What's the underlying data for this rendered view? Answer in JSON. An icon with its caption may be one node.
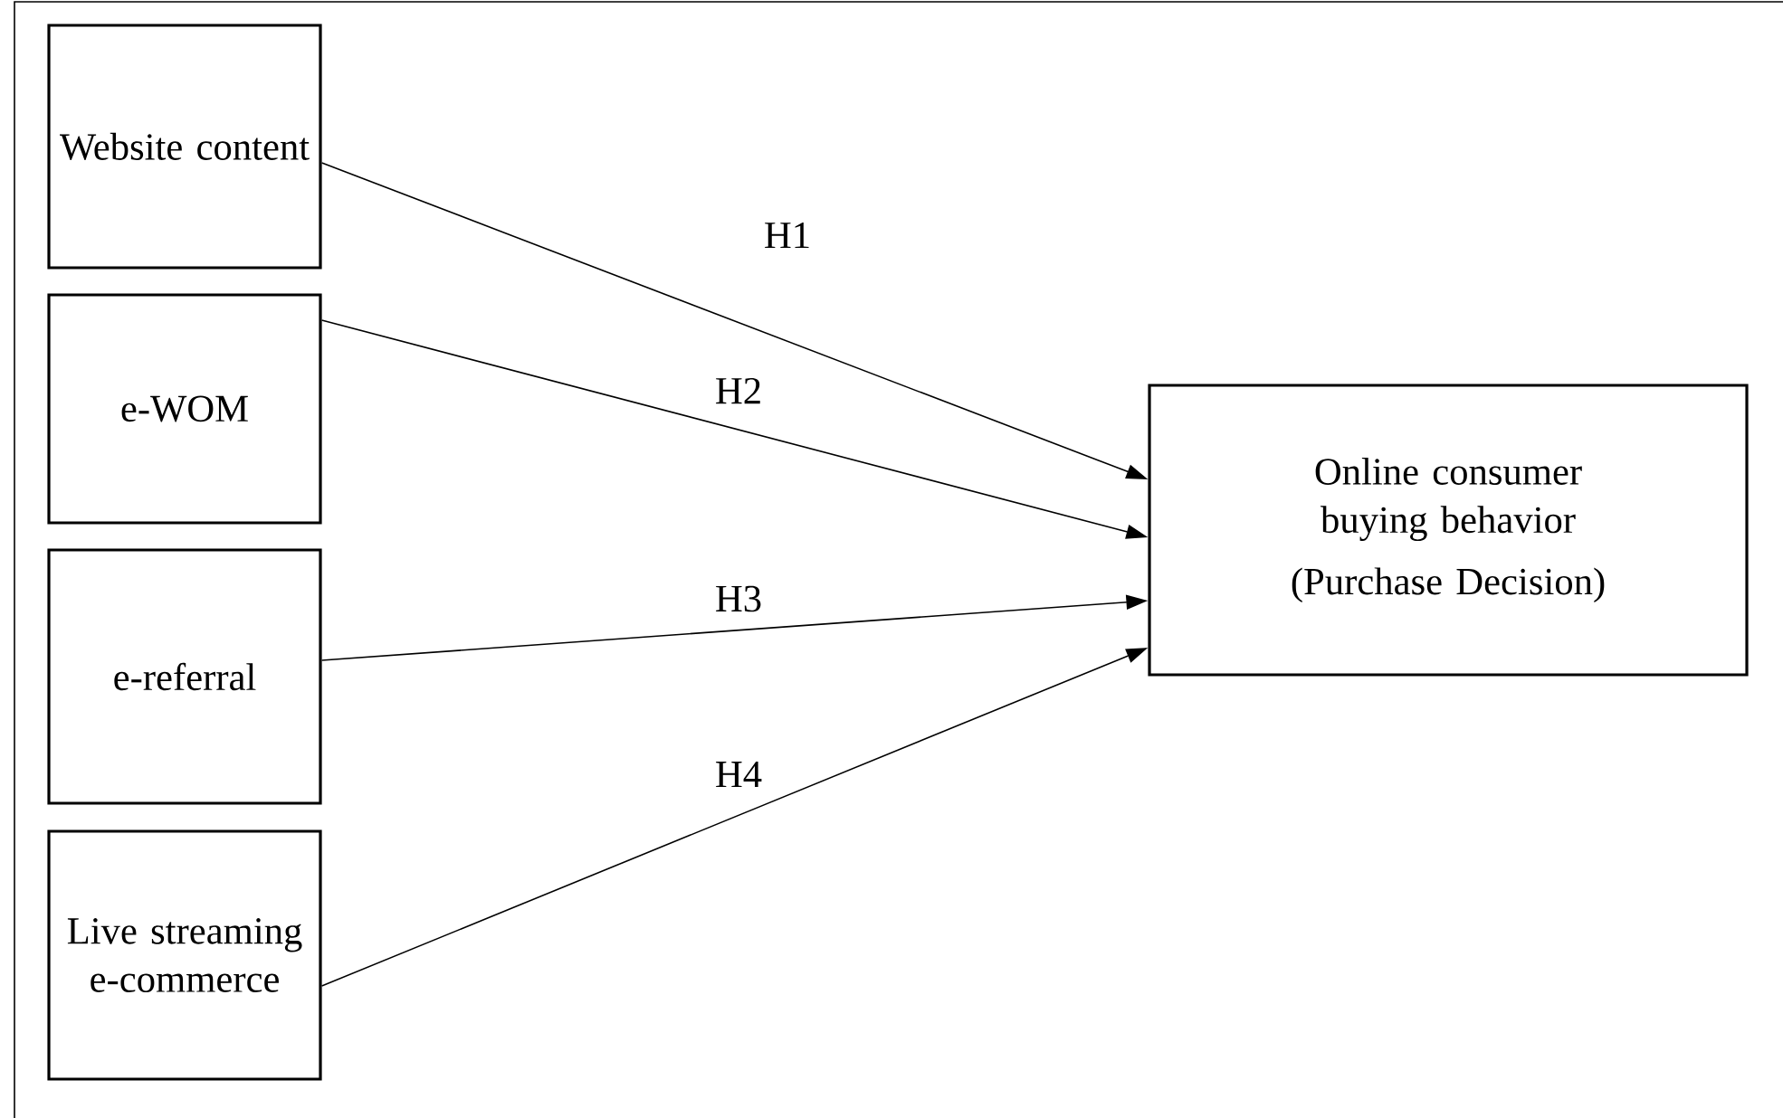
{
  "diagram": {
    "nodes": [
      {
        "text": [
          "Website content"
        ]
      },
      {
        "text": [
          "e-WOM"
        ]
      },
      {
        "text": [
          "e-referral"
        ]
      },
      {
        "text": [
          "Live streaming e-commerce"
        ]
      },
      {
        "text": [
          "Online consumer buying behavior",
          "(Purchase Decision)"
        ]
      }
    ],
    "edges": [
      {
        "from": 0,
        "to": 4,
        "arrow": "to",
        "label": "H1"
      },
      {
        "from": 1,
        "to": 4,
        "arrow": "to",
        "label": "H2"
      },
      {
        "from": 2,
        "to": 4,
        "arrow": "to",
        "label": "H3"
      },
      {
        "from": 3,
        "to": 4,
        "arrow": "to",
        "label": "H4"
      }
    ]
  }
}
